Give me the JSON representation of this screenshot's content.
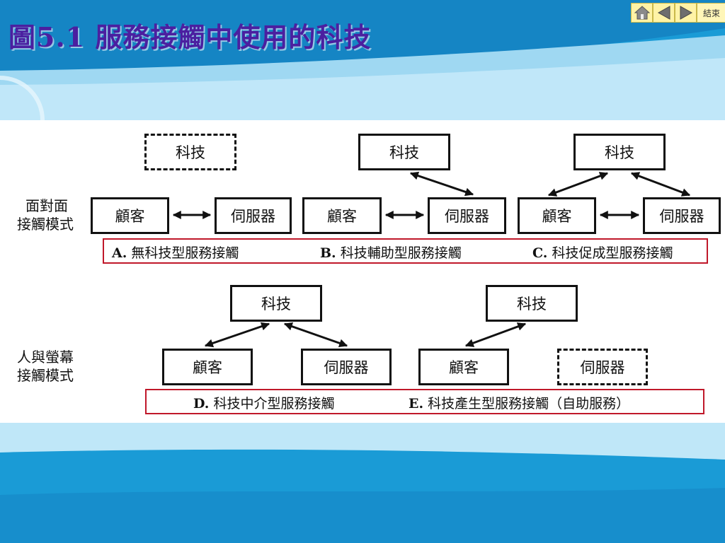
{
  "slide": {
    "title": "圖5.1 服務接觸中使用的科技",
    "nav": {
      "end_label": "結束"
    },
    "colors": {
      "background": "#1a9bd6",
      "title": "#4b1fa0",
      "caption_border": "#c0182a"
    }
  },
  "diagram": {
    "rows": [
      {
        "label_line1": "面對面",
        "label_line2": "接觸模式"
      },
      {
        "label_line1": "人與螢幕",
        "label_line2": "接觸模式"
      }
    ],
    "node_labels": {
      "tech": "科技",
      "customer": "顧客",
      "server": "伺服器"
    },
    "captions": [
      {
        "letter": "A.",
        "text": "無科技型服務接觸"
      },
      {
        "letter": "B.",
        "text": "科技輔助型服務接觸"
      },
      {
        "letter": "C.",
        "text": "科技促成型服務接觸"
      },
      {
        "letter": "D.",
        "text": "科技中介型服務接觸"
      },
      {
        "letter": "E.",
        "text": "科技產生型服務接觸（自助服務）"
      }
    ]
  }
}
